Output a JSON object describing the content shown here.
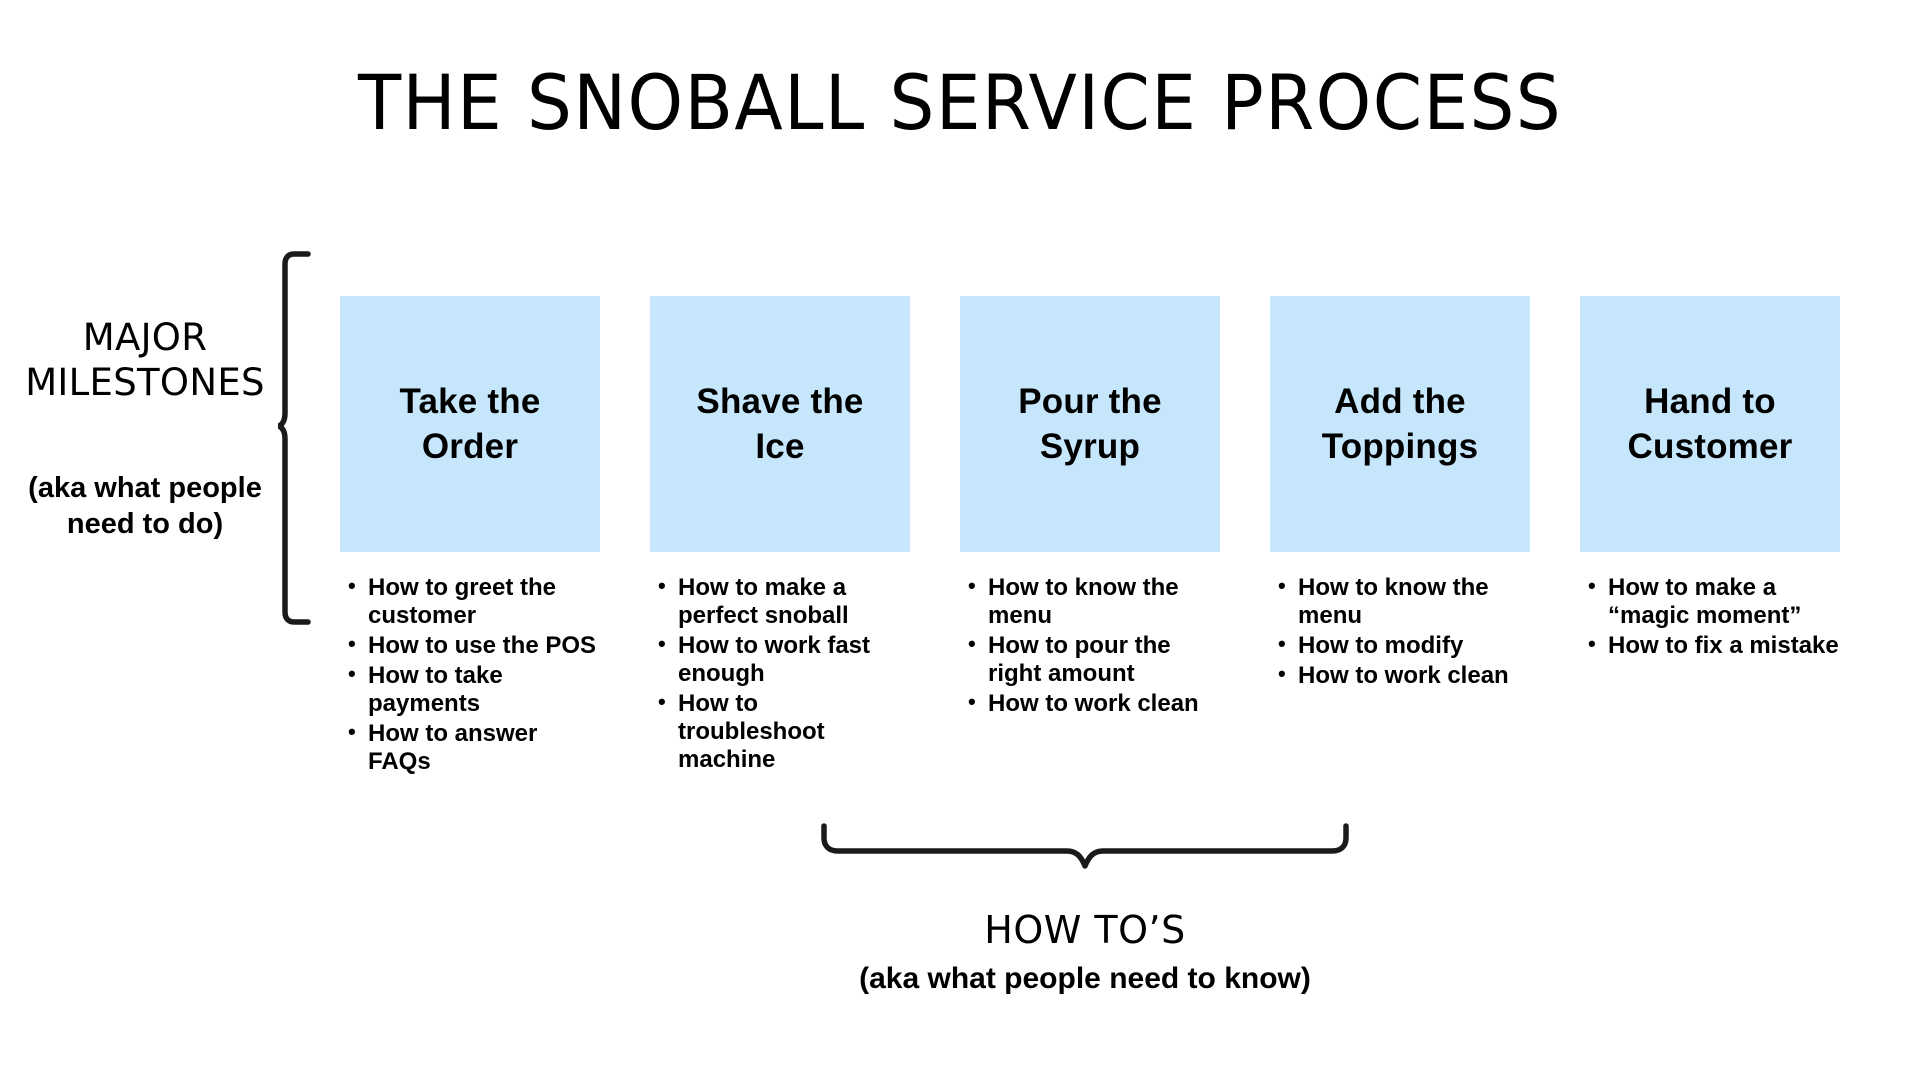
{
  "title": "THE SNOBALL SERVICE PROCESS",
  "colors": {
    "box_fill": "#C5E6FB",
    "text": "#000000",
    "background": "#FFFFFF",
    "brace_stroke": "#1A1A1A"
  },
  "left_axis": {
    "heading_line1": "MAJOR",
    "heading_line2": "MILESTONES",
    "sub_line1": "(aka what people",
    "sub_line2": "need to do)",
    "brace_icon": "left-curly-brace-icon"
  },
  "bottom_axis": {
    "heading": "HOW TO’S",
    "sub": "(aka what people need to know)",
    "brace_icon": "bottom-curly-brace-icon"
  },
  "columns": [
    {
      "title_line1": "Take the",
      "title_line2": "Order",
      "bullets": [
        "How to greet the customer",
        "How to use the POS",
        "How to take payments",
        "How to answer FAQs"
      ]
    },
    {
      "title_line1": "Shave the",
      "title_line2": "Ice",
      "bullets": [
        "How to make a perfect snoball",
        "How to work fast enough",
        "How to troubleshoot machine"
      ]
    },
    {
      "title_line1": "Pour the",
      "title_line2": "Syrup",
      "bullets": [
        "How to know the menu",
        "How to pour the right amount",
        "How to work clean"
      ]
    },
    {
      "title_line1": "Add the",
      "title_line2": "Toppings",
      "bullets": [
        "How to know the menu",
        "How to modify",
        "How to work clean"
      ]
    },
    {
      "title_line1": "Hand to",
      "title_line2": "Customer",
      "bullets": [
        "How to make a “magic moment”",
        "How to fix a mistake"
      ]
    }
  ]
}
